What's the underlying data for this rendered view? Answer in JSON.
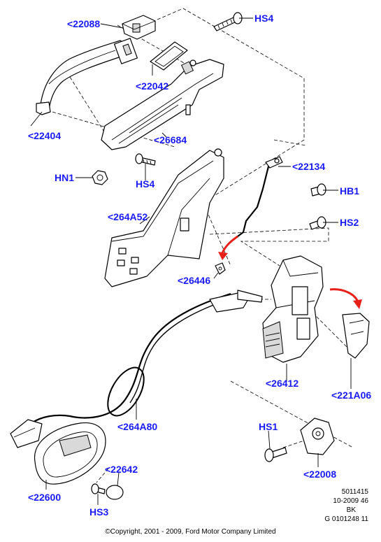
{
  "labels": {
    "p22088": "<22088",
    "hs4_top": "HS4",
    "p22042": "<22042",
    "p22404": "<22404",
    "p26684": "<26684",
    "hn1": "HN1",
    "hs4_mid": "HS4",
    "p22134": "<22134",
    "hb1": "HB1",
    "hs2": "HS2",
    "p264a52": "<264A52",
    "p26446": "<26446",
    "p26412": "<26412",
    "p221a06": "<221A06",
    "p264a80": "<264A80",
    "hs1": "HS1",
    "p22642": "<22642",
    "p22600": "<22600",
    "p22008": "<22008",
    "hs3": "HS3"
  },
  "reference": {
    "line1": "5011415",
    "line2": "10-2009 46",
    "line3": "BK",
    "line4": "G 0101248 11"
  },
  "copyright": "©Copyright, 2001 - 2009, Ford Motor Company Limited",
  "colors": {
    "label": "#1a1aff",
    "arrow": "#e8201a",
    "line": "#000000"
  }
}
